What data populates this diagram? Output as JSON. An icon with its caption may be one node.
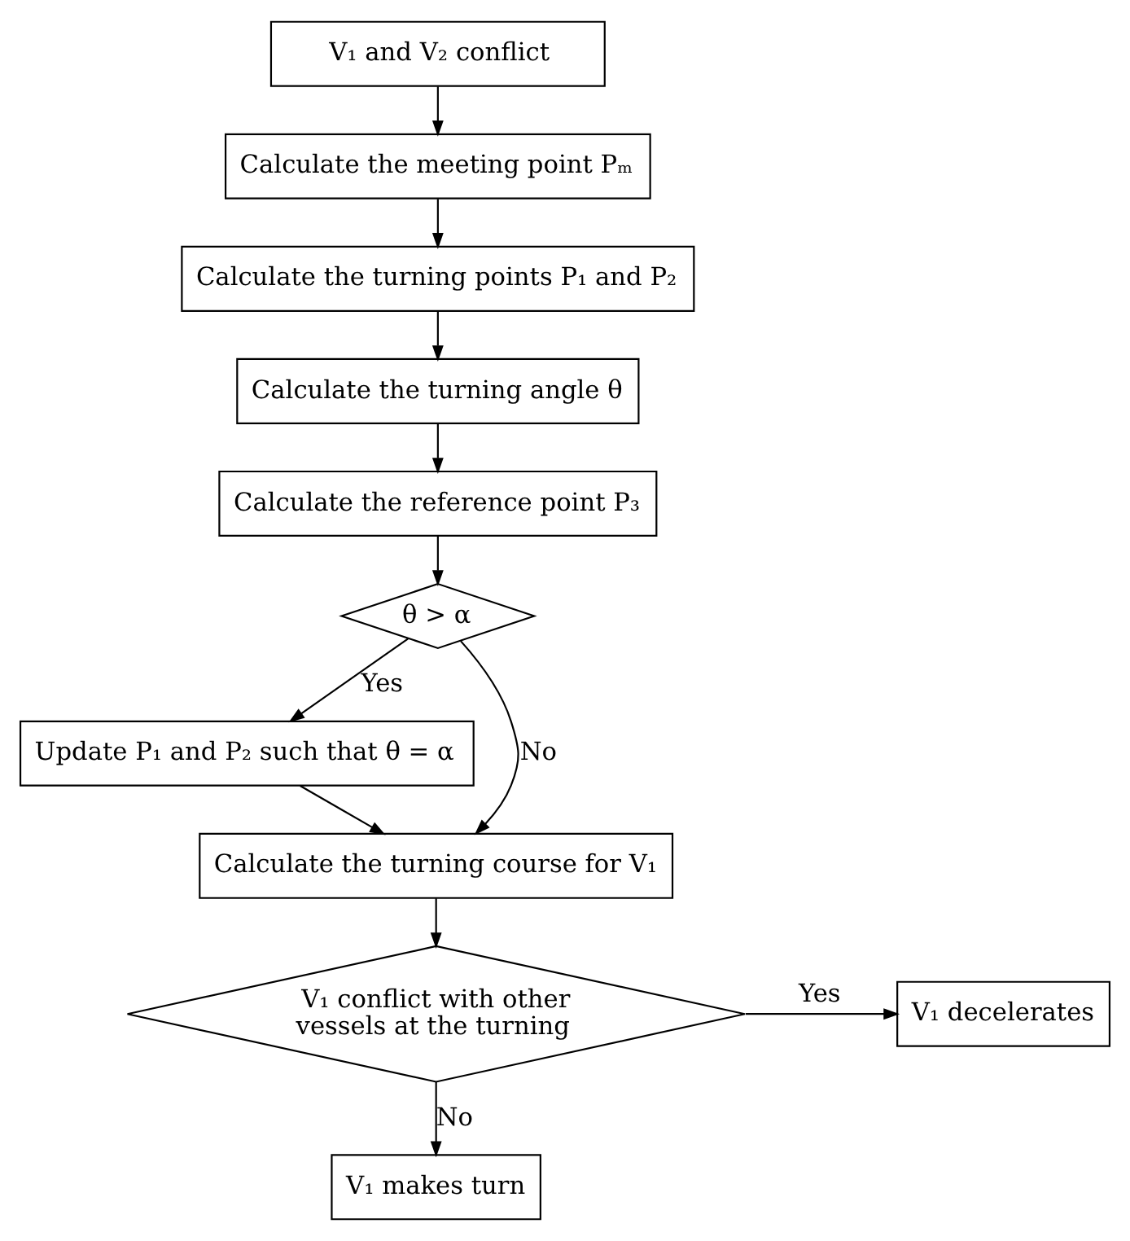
{
  "diagram": {
    "nodes": [
      {
        "text": [
          "V₁ and V₂ conflict"
        ]
      },
      {
        "text": [
          "Calculate the meeting point Pₘ"
        ]
      },
      {
        "text": [
          "Calculate the turning points P₁ and P₂"
        ]
      },
      {
        "text": [
          "Calculate the turning angle θ"
        ]
      },
      {
        "text": [
          "Calculate the reference point P₃"
        ]
      },
      {
        "text": [
          "θ > α"
        ]
      },
      {
        "text": [
          "Update P₁ and P₂ such that θ = α"
        ]
      },
      {
        "text": [
          "Calculate the turning course for V₁"
        ]
      },
      {
        "text": [
          "V₁ conflict with other vessels at the turning"
        ]
      },
      {
        "text": [
          "V₁ decelerates"
        ]
      },
      {
        "text": [
          "V₁ makes turn"
        ]
      }
    ],
    "edges": [
      {
        "from": 0,
        "to": 1,
        "arrow": "to"
      },
      {
        "from": 1,
        "to": 2,
        "arrow": "to"
      },
      {
        "from": 2,
        "to": 3,
        "arrow": "to"
      },
      {
        "from": 3,
        "to": 4,
        "arrow": "to"
      },
      {
        "from": 4,
        "to": 5,
        "arrow": "to"
      },
      {
        "from": 5,
        "to": 6,
        "arrow": "to",
        "label": "Yes"
      },
      {
        "from": 5,
        "to": 7,
        "arrow": "to",
        "label": "No"
      },
      {
        "from": 6,
        "to": 7,
        "arrow": "to"
      },
      {
        "from": 7,
        "to": 8,
        "arrow": "to"
      },
      {
        "from": 8,
        "to": 9,
        "arrow": "to",
        "label": "Yes"
      },
      {
        "from": 8,
        "to": 10,
        "arrow": "to",
        "label": "No"
      }
    ]
  }
}
